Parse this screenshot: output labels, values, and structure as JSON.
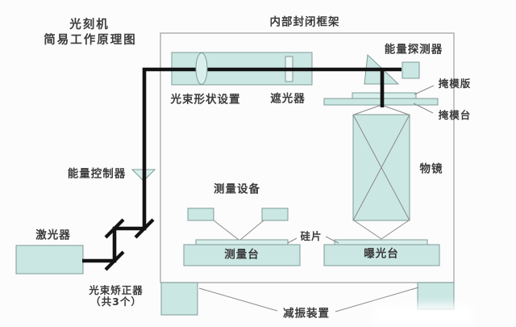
{
  "title": {
    "line1": "光刻机",
    "line2": "简易工作原理图"
  },
  "frame": {
    "label": "内部封闭框架"
  },
  "components": {
    "energy_detector": "能量探测器",
    "beam_shaper": "光束形状设置",
    "shutter": "遮光器",
    "mask_plate": "掩模版",
    "mask_stage": "掩模台",
    "objective_lens": "物镜",
    "energy_controller": "能量控制器",
    "measurement_device": "测量设备",
    "laser": "激光器",
    "wafer": "硅片",
    "measurement_stage": "测量台",
    "exposure_stage": "曝光台",
    "beam_corrector_line1": "光束矫正器",
    "beam_corrector_line2": "（共3个）",
    "vibration_damper": "减振装置"
  },
  "colors": {
    "background": "#fcfcfc",
    "teal_fill": "#cbe7e4",
    "teal_light": "#d9efec",
    "slit_fill": "#ecf6f4",
    "box_border": "#7e9b97",
    "beam": "#131313",
    "thin_line": "#8a8a8a",
    "frame_border": "#a6a6a6",
    "text": "#3b3b3b"
  }
}
